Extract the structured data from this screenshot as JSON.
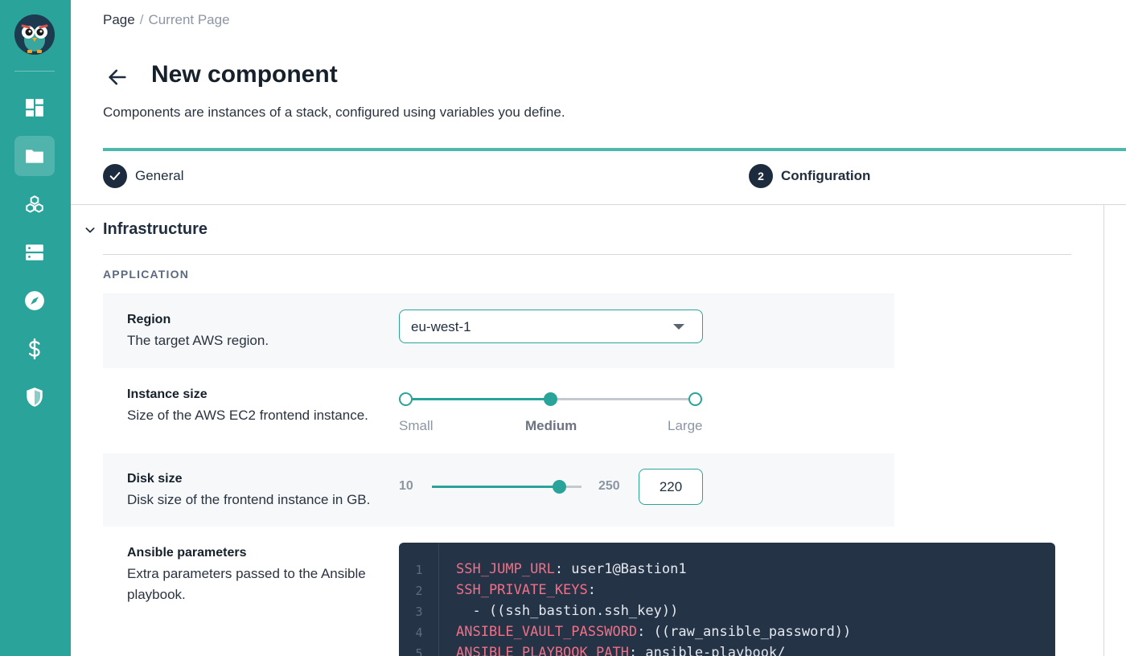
{
  "breadcrumb": {
    "parent": "Page",
    "separator": "/",
    "current": "Current Page"
  },
  "header": {
    "title": "New component",
    "description": "Components are instances of a stack, configured using variables you define."
  },
  "steps": [
    {
      "label": "General",
      "status": "done"
    },
    {
      "number": "2",
      "label": "Configuration",
      "status": "active"
    }
  ],
  "section": {
    "title": "Infrastructure",
    "group": "APPLICATION"
  },
  "fields": {
    "region": {
      "name": "Region",
      "help": "The target AWS region.",
      "value": "eu-west-1"
    },
    "instance_size": {
      "name": "Instance size",
      "help": "Size of the AWS EC2 frontend instance.",
      "options": [
        "Small",
        "Medium",
        "Large"
      ],
      "selected": "Medium"
    },
    "disk_size": {
      "name": "Disk size",
      "help": "Disk size of the frontend instance in GB.",
      "min": "10",
      "max": "250",
      "value": "220"
    },
    "ansible": {
      "name": "Ansible parameters",
      "help": "Extra parameters passed to the Ansible playbook.",
      "lines": [
        {
          "n": "1",
          "key": "SSH_JUMP_URL",
          "rest": ": user1@Bastion1"
        },
        {
          "n": "2",
          "key": "SSH_PRIVATE_KEYS",
          "rest": ":"
        },
        {
          "n": "3",
          "key": "",
          "rest": "  - ((ssh_bastion.ssh_key))"
        },
        {
          "n": "4",
          "key": "ANSIBLE_VAULT_PASSWORD",
          "rest": ": ((raw_ansible_password))"
        },
        {
          "n": "5",
          "key": "ANSIBLE_PLAYBOOK_PATH",
          "rest": ": ansible-playbook/"
        }
      ]
    }
  },
  "colors": {
    "sidebar": "#2aa39a",
    "accent": "#2aa39a",
    "editor_bg": "#253347",
    "code_key": "#f07087"
  }
}
